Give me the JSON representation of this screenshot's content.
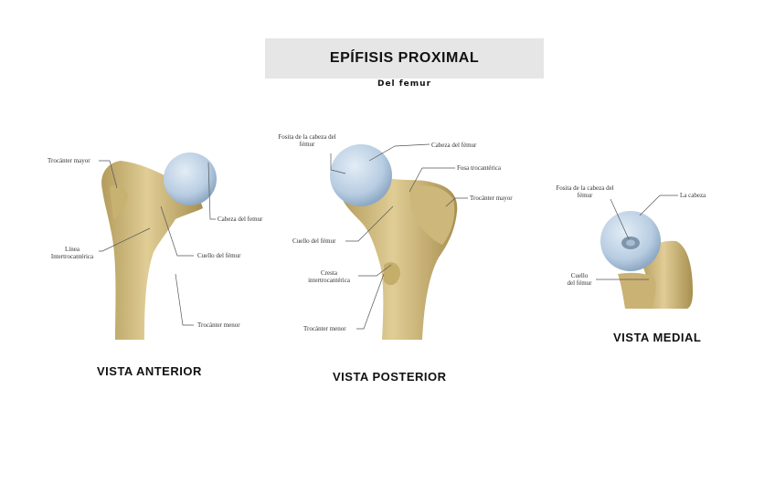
{
  "header": {
    "title": "EPÍFISIS PROXIMAL",
    "subtitle": "Del femur"
  },
  "views": {
    "anterior": {
      "title": "VISTA ANTERIOR",
      "labels": {
        "trocanter_mayor": "Trocánter mayor",
        "cabeza_femur": "Cabeza del femur",
        "linea_1": "Línea",
        "linea_2": "Intertrocantérica",
        "cuello_femur": "Cuello del fémur",
        "trocanter_menor": "Trocánter menor"
      }
    },
    "posterior": {
      "title": "VISTA POSTERIOR",
      "labels": {
        "fosita_1": "Fosita de la cabeza del",
        "fosita_2": "fémur",
        "cabeza_femur": "Cabeza del fémur",
        "fosa_trocanterica": "Fosa trocantérica",
        "trocanter_mayor": "Trocánter mayor",
        "cuello_femur": "Cuello del fémur",
        "cresta_1": "Cresta",
        "cresta_2": "intertrocantérica",
        "trocanter_menor": "Trocánter menor"
      }
    },
    "medial": {
      "title": "VISTA MEDIAL",
      "labels": {
        "fosita_1": "Fosita de la cabeza del",
        "fosita_2": "fémur",
        "la_cabeza": "La cabeza",
        "cuello_1": "Cuello",
        "cuello_2": "del fémur"
      }
    }
  },
  "colors": {
    "bone": "#d8c48a",
    "bone_shadow": "#b39c5c",
    "head": "#bfd3e6",
    "title_bg": "#e6e6e6"
  }
}
